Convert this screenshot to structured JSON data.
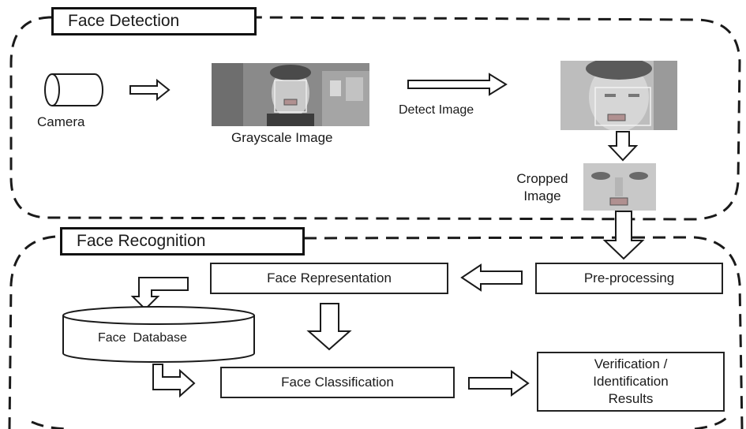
{
  "detection": {
    "title": "Face Detection",
    "camera_label": "Camera",
    "grayscale_label": "Grayscale Image",
    "detect_label": "Detect Image",
    "cropped_label": "Cropped Image"
  },
  "recognition": {
    "title": "Face Recognition",
    "representation": "Face Representation",
    "preprocessing": "Pre-processing",
    "database": "Face  Database",
    "classification": "Face Classification",
    "results": "Verification / Identification Results"
  },
  "colors": {
    "line": "#1a1a1a",
    "photo_gray": "#8a8a8a"
  }
}
